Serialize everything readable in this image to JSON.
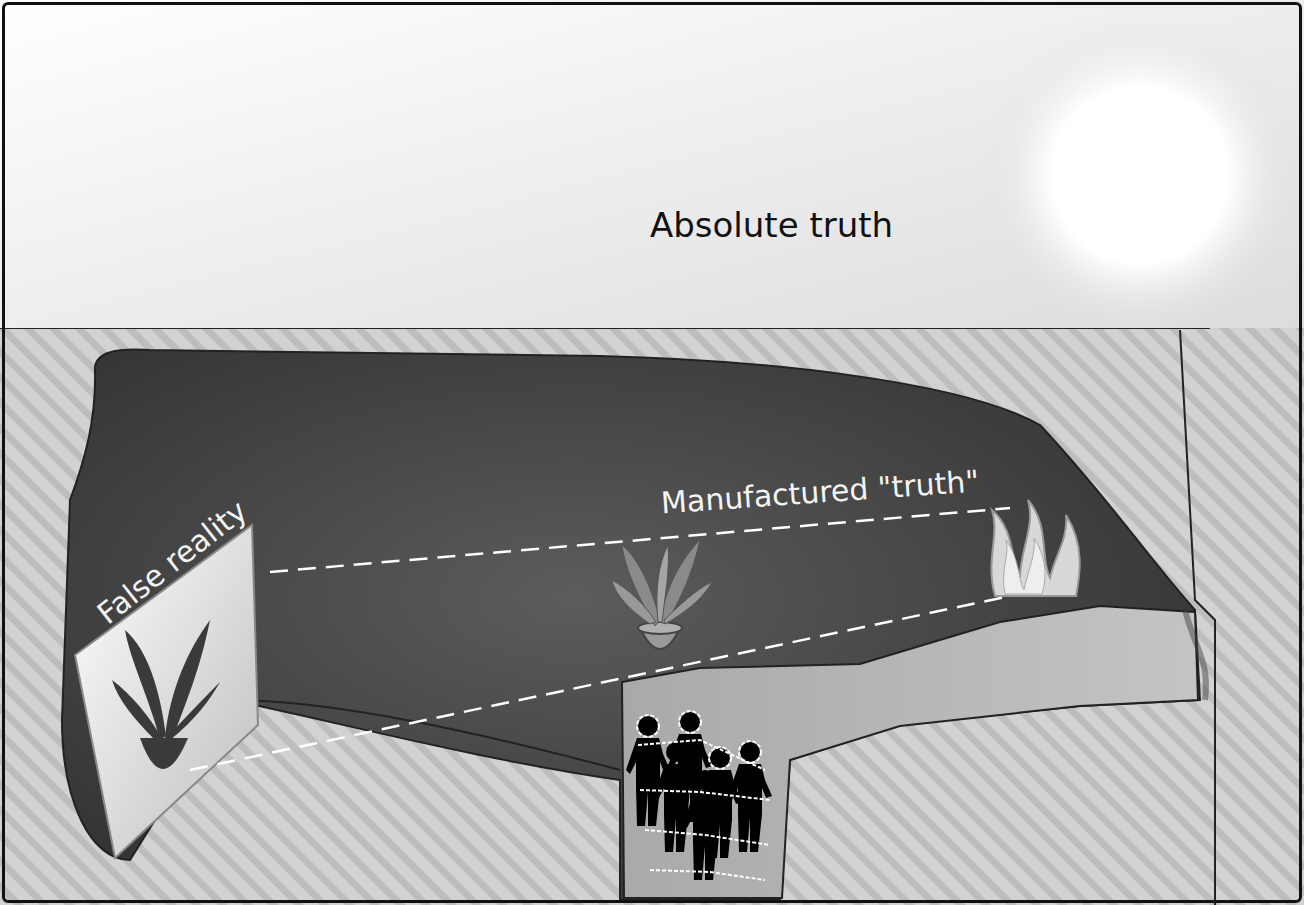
{
  "diagram": {
    "nodes": [
      {
        "text": [
          "Absolute truth"
        ]
      },
      {
        "text": [
          "False reality"
        ]
      }
    ],
    "labels": [
      "Manufactured \"truth\""
    ]
  }
}
